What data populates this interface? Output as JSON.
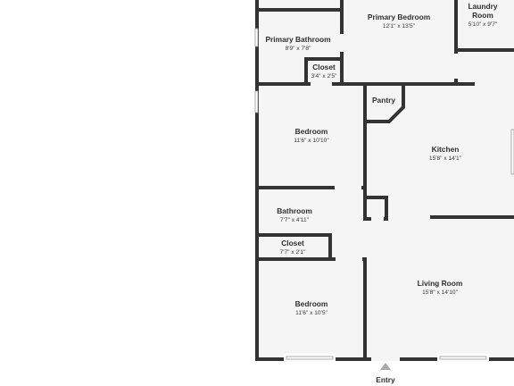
{
  "colors": {
    "wall": "#333333",
    "floor": "#f5f5f5",
    "background": "#ffffff",
    "window": "#9a9a9a",
    "entry_marker": "#a9a9a9"
  },
  "rooms": [
    {
      "name": "Primary Bedroom",
      "dims": "12'1\" x 13'5\""
    },
    {
      "name": "Laundry Room",
      "dims": "5'10\" x 9'7\""
    },
    {
      "name": "Primary Bathroom",
      "dims": "8'9\" x 7'8\""
    },
    {
      "name": "Closet",
      "dims": "3'4\" x 2'5\""
    },
    {
      "name": "Pantry",
      "dims": ""
    },
    {
      "name": "Bedroom",
      "dims": "11'6\" x 10'10\""
    },
    {
      "name": "Kitchen",
      "dims": "15'8\" x 14'1\""
    },
    {
      "name": "Bathroom",
      "dims": "7'7\" x 4'11\""
    },
    {
      "name": "Closet",
      "dims": "7'7\" x 2'1\""
    },
    {
      "name": "Bedroom",
      "dims": "11'6\" x 10'5\""
    },
    {
      "name": "Living Room",
      "dims": "15'8\" x 14'10\""
    }
  ],
  "entry": {
    "label": "Entry",
    "icon": "triangle-up-icon"
  }
}
